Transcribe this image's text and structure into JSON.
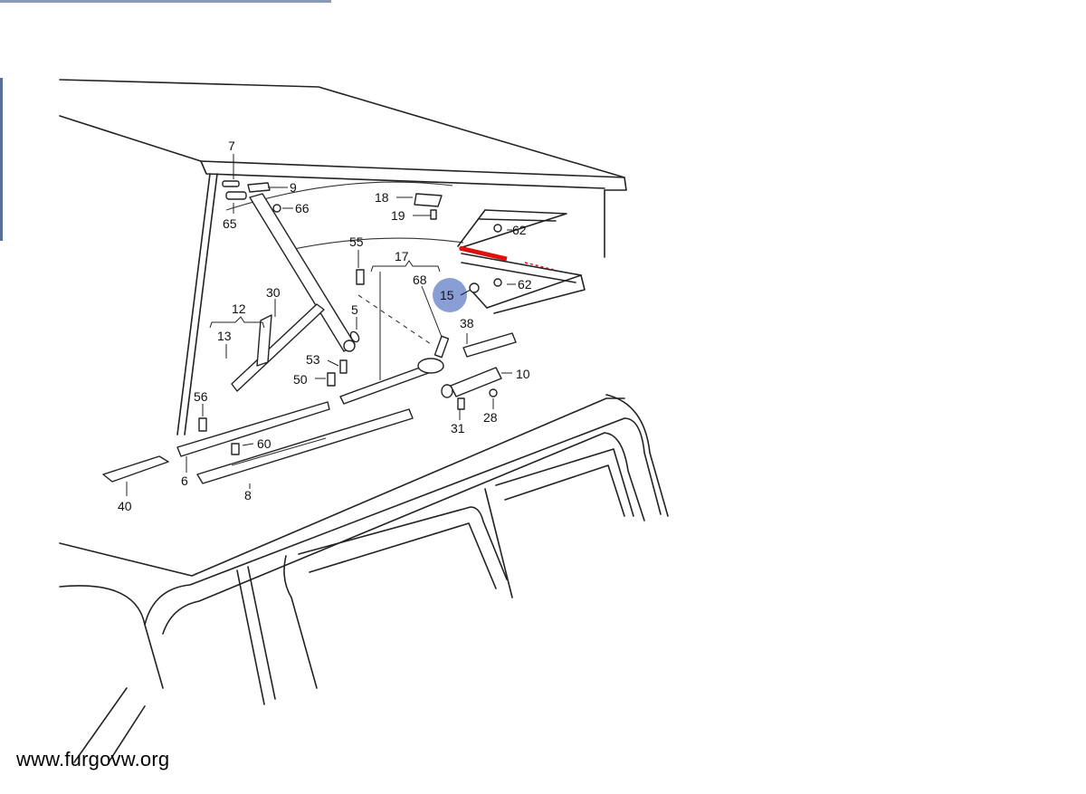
{
  "watermark": "www.furgovw.org",
  "highlight": {
    "part": "15",
    "circle_color": "#8a9ed6",
    "strut_color": "#e01010"
  },
  "callouts": {
    "c7": "7",
    "c9": "9",
    "c65": "65",
    "c66": "66",
    "c18": "18",
    "c19": "19",
    "c55": "55",
    "c17": "17",
    "c68": "68",
    "c62a": "62",
    "c62b": "62",
    "c15": "15",
    "c12": "12",
    "c13": "13",
    "c30": "30",
    "c5": "5",
    "c38": "38",
    "c53": "53",
    "c50": "50",
    "c10": "10",
    "c56": "56",
    "c60": "60",
    "c31": "31",
    "c28": "28",
    "c6": "6",
    "c8": "8",
    "c40": "40"
  }
}
